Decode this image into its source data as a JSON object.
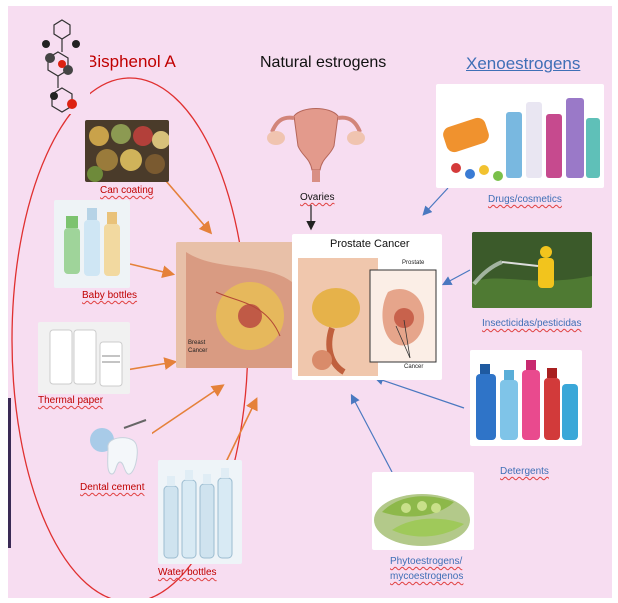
{
  "titles": {
    "bisphenol": "Bisphenol A",
    "natural": "Natural estrogens",
    "xeno": "Xenoestrogens"
  },
  "center": {
    "prostate_title": "Prostate Cancer",
    "prostate_label": "Prostate",
    "cancer_label": "Cancer",
    "breast_label_1": "Breast",
    "breast_label_2": "Cancer"
  },
  "natural": {
    "ovaries": "Ovaries"
  },
  "bpa_sources": {
    "can": "Can coating",
    "baby": "Baby bottles",
    "thermal": "Thermal paper",
    "dental": "Dental cement",
    "water": "Water bottles"
  },
  "xeno_sources": {
    "drugs": "Drugs/cosmetics",
    "insect": "Insecticidas/pesticidas",
    "detergents": "Detergents",
    "phyto_1": "Phytoestrogens/",
    "phyto_2": "mycoestrogenos"
  },
  "colors": {
    "background": "#f7ddf1",
    "bpa_red": "#c00000",
    "ellipse": "#e03030",
    "orange_arrow": "#e5813a",
    "blue_arrow": "#4a78c0",
    "link_blue": "#3f6fb6"
  }
}
